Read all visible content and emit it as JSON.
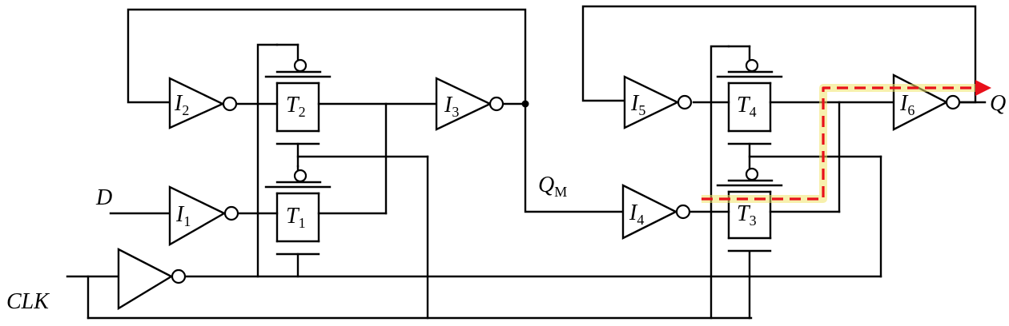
{
  "signals": {
    "d": "D",
    "clk": "CLK",
    "q": "Q",
    "qm_main": "Q",
    "qm_sub": "M"
  },
  "inverters": [
    {
      "main": "I",
      "sub": "1"
    },
    {
      "main": "I",
      "sub": "2"
    },
    {
      "main": "I",
      "sub": "3"
    },
    {
      "main": "I",
      "sub": "4"
    },
    {
      "main": "I",
      "sub": "5"
    },
    {
      "main": "I",
      "sub": "6"
    }
  ],
  "transmission_gates": [
    {
      "main": "T",
      "sub": "1"
    },
    {
      "main": "T",
      "sub": "2"
    },
    {
      "main": "T",
      "sub": "3"
    },
    {
      "main": "T",
      "sub": "4"
    }
  ],
  "colors": {
    "wire": "#000000",
    "highlight_path": "#e8101a",
    "highlight_glow": "#f0e36a"
  }
}
